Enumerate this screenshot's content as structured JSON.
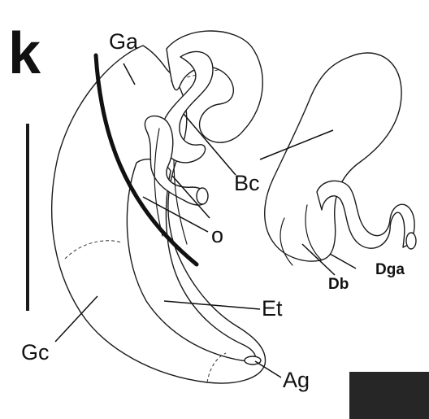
{
  "panel_letter": "k",
  "labels": {
    "ga": "Ga",
    "bc": "Bc",
    "o": "o",
    "et": "Et",
    "gc": "Gc",
    "ag": "Ag",
    "db": "Db",
    "dga": "Dga"
  },
  "colors": {
    "ink": "#111111",
    "background": "#ffffff",
    "stipple": "#555555",
    "corner_box": "#262626"
  }
}
